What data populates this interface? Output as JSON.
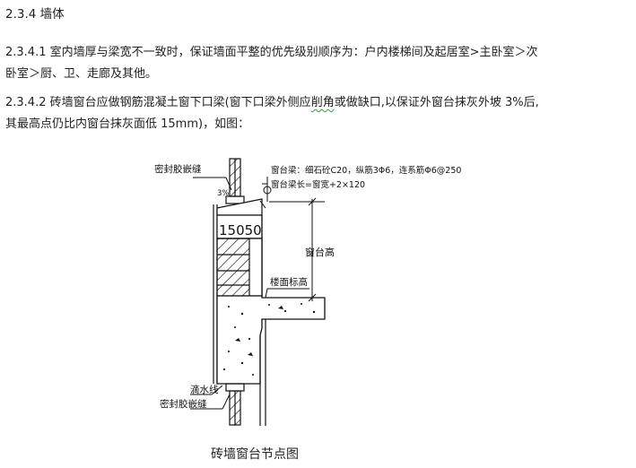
{
  "section": {
    "heading": "2.3.4 墙体"
  },
  "paragraphs": [
    {
      "line1": "2.3.4.1 室内墙厚与梁宽不一致时，保证墙面平整的优先级别顺序为：户内楼梯间及起居室>主卧室＞次",
      "line2": "卧室＞厨、卫、走廊及其他。"
    },
    {
      "line1_before": "2.3.4.2 砖墙窗台应做钢筋混凝土窗下口梁(窗下口梁外侧应",
      "line1_squiggle": "削角",
      "line1_after": "或做缺口,以保证外窗台抹灰外坡 3%后,",
      "line2": "其最高点仍比内窗台抹灰面低 15mm)，如图："
    }
  ],
  "figure": {
    "caption": "砖墙窗台节点图",
    "labels": {
      "seal_top": "密封胶嵌缝",
      "beam_spec": "窗台梁：细石砼C20，纵筋3Φ6，连系筋Φ6@250",
      "beam_length": "窗台梁长=窗宽+2×120",
      "slope": "3%",
      "dimension": "15050",
      "sill_height": "窗台高",
      "floor_level": "楼面标高",
      "drip_line": "滴水线",
      "seal_bottom": "密封胶嵌缝"
    }
  }
}
